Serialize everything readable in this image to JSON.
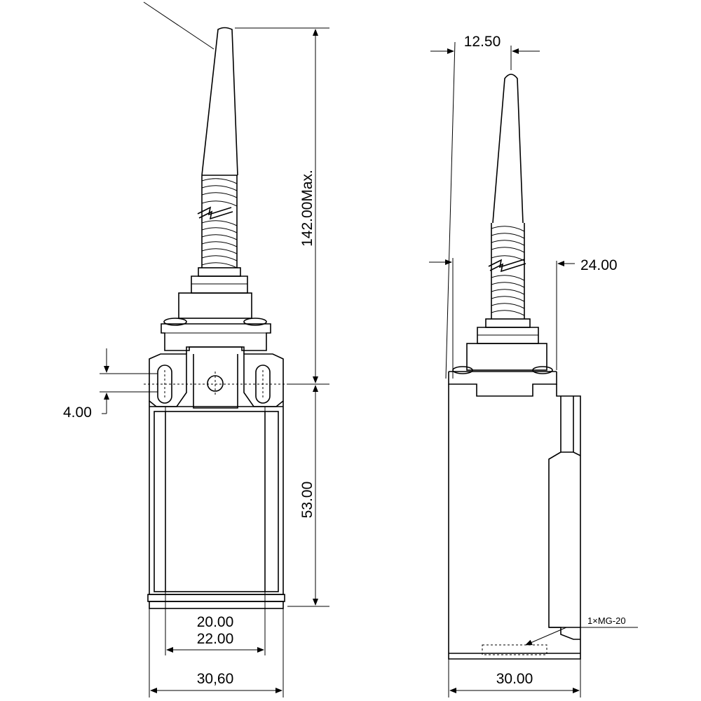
{
  "front_view": {
    "dim_height_total": "142.00Max.",
    "dim_height_body": "53.00",
    "dim_hole_offset": "4.00",
    "dim_hole_spacing_inner": "20.00",
    "dim_hole_spacing_outer": "22.00",
    "dim_width": "30,60"
  },
  "side_view": {
    "dim_rod_offset": "12.50",
    "dim_head_width": "24.00",
    "dim_width": "30.00",
    "conduit_label": "1×MG-20"
  }
}
